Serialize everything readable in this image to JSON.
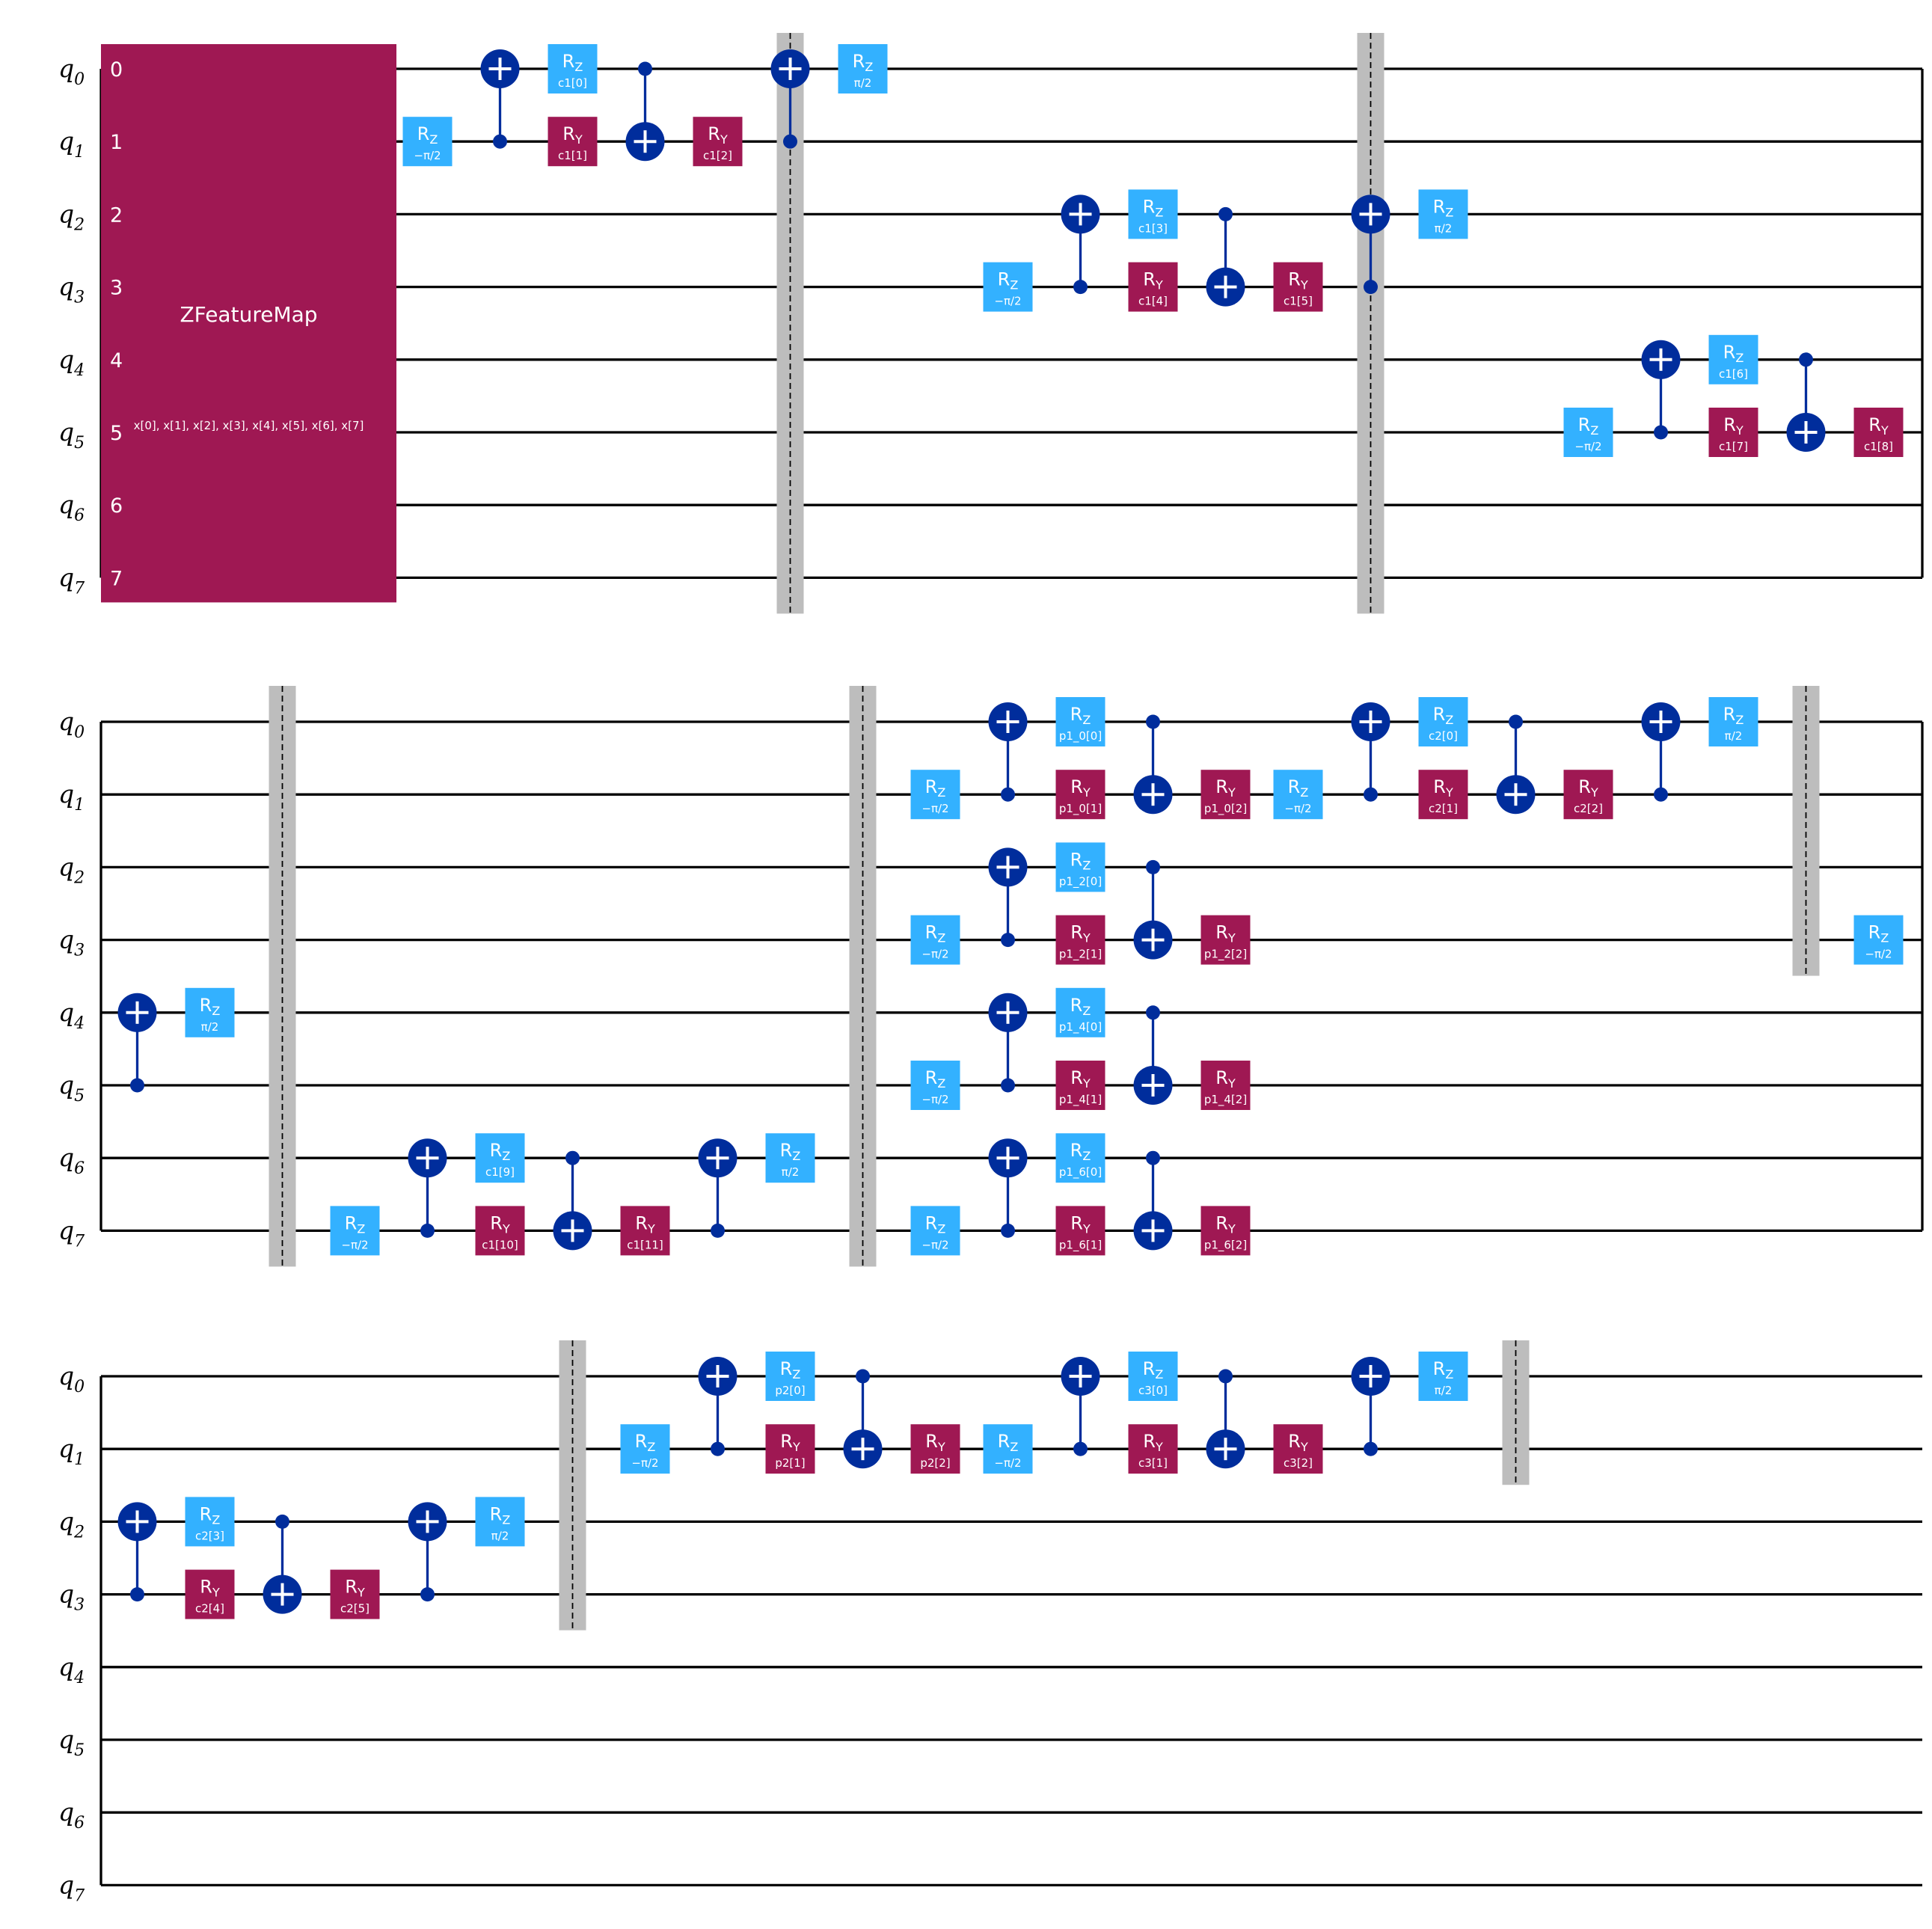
{
  "colors": {
    "rz": "#33b1ff",
    "ry": "#9f1853",
    "feature_map": "#9f1853",
    "cnot": "#002d9c",
    "barrier": "#bdbdbd",
    "wire": "#000000"
  },
  "qubits": [
    "q0",
    "q1",
    "q2",
    "q3",
    "q4",
    "q5",
    "q6",
    "q7"
  ],
  "feature_map": {
    "name": "ZFeatureMap",
    "params": "x[0], x[1], x[2], x[3], x[4], x[5], x[6], x[7]",
    "indices": [
      "0",
      "1",
      "2",
      "3",
      "4",
      "5",
      "6",
      "7"
    ],
    "row": 0,
    "col": 0
  },
  "rows": [
    {
      "barriers": [
        {
          "col": 9.5,
          "from": 0,
          "to": 7
        },
        {
          "col": 17.5,
          "from": 0,
          "to": 7
        }
      ],
      "gates": [
        {
          "type": "RZ",
          "q": 1,
          "col": 4.5,
          "label": "−π/2"
        },
        {
          "type": "CX",
          "c": 1,
          "t": 0,
          "col": 5.5
        },
        {
          "type": "RZ",
          "q": 0,
          "col": 6.5,
          "label": "c1[0]"
        },
        {
          "type": "RY",
          "q": 1,
          "col": 6.5,
          "label": "c1[1]"
        },
        {
          "type": "CX",
          "c": 0,
          "t": 1,
          "col": 7.5
        },
        {
          "type": "RY",
          "q": 1,
          "col": 8.5,
          "label": "c1[2]"
        },
        {
          "type": "CX",
          "c": 1,
          "t": 0,
          "col": 9.5
        },
        {
          "type": "RZ",
          "q": 0,
          "col": 10.5,
          "label": "π/2"
        },
        {
          "type": "RZ",
          "q": 3,
          "col": 12.5,
          "label": "−π/2"
        },
        {
          "type": "CX",
          "c": 3,
          "t": 2,
          "col": 13.5
        },
        {
          "type": "RZ",
          "q": 2,
          "col": 14.5,
          "label": "c1[3]"
        },
        {
          "type": "RY",
          "q": 3,
          "col": 14.5,
          "label": "c1[4]"
        },
        {
          "type": "CX",
          "c": 2,
          "t": 3,
          "col": 15.5
        },
        {
          "type": "RY",
          "q": 3,
          "col": 16.5,
          "label": "c1[5]"
        },
        {
          "type": "CX",
          "c": 3,
          "t": 2,
          "col": 17.5
        },
        {
          "type": "RZ",
          "q": 2,
          "col": 18.5,
          "label": "π/2"
        },
        {
          "type": "RZ",
          "q": 5,
          "col": 20.5,
          "label": "−π/2"
        },
        {
          "type": "CX",
          "c": 5,
          "t": 4,
          "col": 21.5
        },
        {
          "type": "RZ",
          "q": 4,
          "col": 22.5,
          "label": "c1[6]"
        },
        {
          "type": "RY",
          "q": 5,
          "col": 22.5,
          "label": "c1[7]"
        },
        {
          "type": "CX",
          "c": 4,
          "t": 5,
          "col": 23.5
        },
        {
          "type": "RY",
          "q": 5,
          "col": 24.5,
          "label": "c1[8]"
        }
      ]
    },
    {
      "barriers": [
        {
          "col": 2.5,
          "from": 0,
          "to": 7
        },
        {
          "col": 10.5,
          "from": 0,
          "to": 7
        },
        {
          "col": 23.5,
          "from": 0,
          "to": 3
        }
      ],
      "gates": [
        {
          "type": "CX",
          "c": 5,
          "t": 4,
          "col": 0.5
        },
        {
          "type": "RZ",
          "q": 4,
          "col": 1.5,
          "label": "π/2"
        },
        {
          "type": "RZ",
          "q": 7,
          "col": 3.5,
          "label": "−π/2"
        },
        {
          "type": "CX",
          "c": 7,
          "t": 6,
          "col": 4.5
        },
        {
          "type": "RZ",
          "q": 6,
          "col": 5.5,
          "label": "c1[9]"
        },
        {
          "type": "RY",
          "q": 7,
          "col": 5.5,
          "label": "c1[10]"
        },
        {
          "type": "CX",
          "c": 6,
          "t": 7,
          "col": 6.5
        },
        {
          "type": "RY",
          "q": 7,
          "col": 7.5,
          "label": "c1[11]"
        },
        {
          "type": "CX",
          "c": 7,
          "t": 6,
          "col": 8.5
        },
        {
          "type": "RZ",
          "q": 6,
          "col": 9.5,
          "label": "π/2"
        },
        {
          "type": "RZ",
          "q": 1,
          "col": 11.5,
          "label": "−π/2"
        },
        {
          "type": "RZ",
          "q": 3,
          "col": 11.5,
          "label": "−π/2"
        },
        {
          "type": "RZ",
          "q": 5,
          "col": 11.5,
          "label": "−π/2"
        },
        {
          "type": "RZ",
          "q": 7,
          "col": 11.5,
          "label": "−π/2"
        },
        {
          "type": "CX",
          "c": 1,
          "t": 0,
          "col": 12.5
        },
        {
          "type": "CX",
          "c": 3,
          "t": 2,
          "col": 12.5
        },
        {
          "type": "CX",
          "c": 5,
          "t": 4,
          "col": 12.5
        },
        {
          "type": "CX",
          "c": 7,
          "t": 6,
          "col": 12.5
        },
        {
          "type": "RZ",
          "q": 0,
          "col": 13.5,
          "label": "p1_0[0]"
        },
        {
          "type": "RY",
          "q": 1,
          "col": 13.5,
          "label": "p1_0[1]"
        },
        {
          "type": "RZ",
          "q": 2,
          "col": 13.5,
          "label": "p1_2[0]"
        },
        {
          "type": "RY",
          "q": 3,
          "col": 13.5,
          "label": "p1_2[1]"
        },
        {
          "type": "RZ",
          "q": 4,
          "col": 13.5,
          "label": "p1_4[0]"
        },
        {
          "type": "RY",
          "q": 5,
          "col": 13.5,
          "label": "p1_4[1]"
        },
        {
          "type": "RZ",
          "q": 6,
          "col": 13.5,
          "label": "p1_6[0]"
        },
        {
          "type": "RY",
          "q": 7,
          "col": 13.5,
          "label": "p1_6[1]"
        },
        {
          "type": "CX",
          "c": 0,
          "t": 1,
          "col": 14.5
        },
        {
          "type": "CX",
          "c": 2,
          "t": 3,
          "col": 14.5
        },
        {
          "type": "CX",
          "c": 4,
          "t": 5,
          "col": 14.5
        },
        {
          "type": "CX",
          "c": 6,
          "t": 7,
          "col": 14.5
        },
        {
          "type": "RY",
          "q": 1,
          "col": 15.5,
          "label": "p1_0[2]"
        },
        {
          "type": "RY",
          "q": 3,
          "col": 15.5,
          "label": "p1_2[2]"
        },
        {
          "type": "RY",
          "q": 5,
          "col": 15.5,
          "label": "p1_4[2]"
        },
        {
          "type": "RY",
          "q": 7,
          "col": 15.5,
          "label": "p1_6[2]"
        },
        {
          "type": "RZ",
          "q": 1,
          "col": 16.5,
          "label": "−π/2"
        },
        {
          "type": "CX",
          "c": 1,
          "t": 0,
          "col": 17.5
        },
        {
          "type": "RZ",
          "q": 0,
          "col": 18.5,
          "label": "c2[0]"
        },
        {
          "type": "RY",
          "q": 1,
          "col": 18.5,
          "label": "c2[1]"
        },
        {
          "type": "CX",
          "c": 0,
          "t": 1,
          "col": 19.5
        },
        {
          "type": "RY",
          "q": 1,
          "col": 20.5,
          "label": "c2[2]"
        },
        {
          "type": "CX",
          "c": 1,
          "t": 0,
          "col": 21.5
        },
        {
          "type": "RZ",
          "q": 0,
          "col": 22.5,
          "label": "π/2"
        },
        {
          "type": "RZ",
          "q": 3,
          "col": 24.5,
          "label": "−π/2"
        }
      ]
    },
    {
      "barriers": [
        {
          "col": 6.5,
          "from": 0,
          "to": 3
        },
        {
          "col": 19.5,
          "from": 0,
          "to": 1
        }
      ],
      "gates": [
        {
          "type": "CX",
          "c": 3,
          "t": 2,
          "col": 0.5
        },
        {
          "type": "RZ",
          "q": 2,
          "col": 1.5,
          "label": "c2[3]"
        },
        {
          "type": "RY",
          "q": 3,
          "col": 1.5,
          "label": "c2[4]"
        },
        {
          "type": "CX",
          "c": 2,
          "t": 3,
          "col": 2.5
        },
        {
          "type": "RY",
          "q": 3,
          "col": 3.5,
          "label": "c2[5]"
        },
        {
          "type": "CX",
          "c": 3,
          "t": 2,
          "col": 4.5
        },
        {
          "type": "RZ",
          "q": 2,
          "col": 5.5,
          "label": "π/2"
        },
        {
          "type": "RZ",
          "q": 1,
          "col": 7.5,
          "label": "−π/2"
        },
        {
          "type": "CX",
          "c": 1,
          "t": 0,
          "col": 8.5
        },
        {
          "type": "RZ",
          "q": 0,
          "col": 9.5,
          "label": "p2[0]"
        },
        {
          "type": "RY",
          "q": 1,
          "col": 9.5,
          "label": "p2[1]"
        },
        {
          "type": "CX",
          "c": 0,
          "t": 1,
          "col": 10.5
        },
        {
          "type": "RY",
          "q": 1,
          "col": 11.5,
          "label": "p2[2]"
        },
        {
          "type": "RZ",
          "q": 1,
          "col": 12.5,
          "label": "−π/2"
        },
        {
          "type": "CX",
          "c": 1,
          "t": 0,
          "col": 13.5
        },
        {
          "type": "RZ",
          "q": 0,
          "col": 14.5,
          "label": "c3[0]"
        },
        {
          "type": "RY",
          "q": 1,
          "col": 14.5,
          "label": "c3[1]"
        },
        {
          "type": "CX",
          "c": 0,
          "t": 1,
          "col": 15.5
        },
        {
          "type": "RY",
          "q": 1,
          "col": 16.5,
          "label": "c3[2]"
        },
        {
          "type": "CX",
          "c": 1,
          "t": 0,
          "col": 17.5
        },
        {
          "type": "RZ",
          "q": 0,
          "col": 18.5,
          "label": "π/2"
        }
      ]
    }
  ]
}
